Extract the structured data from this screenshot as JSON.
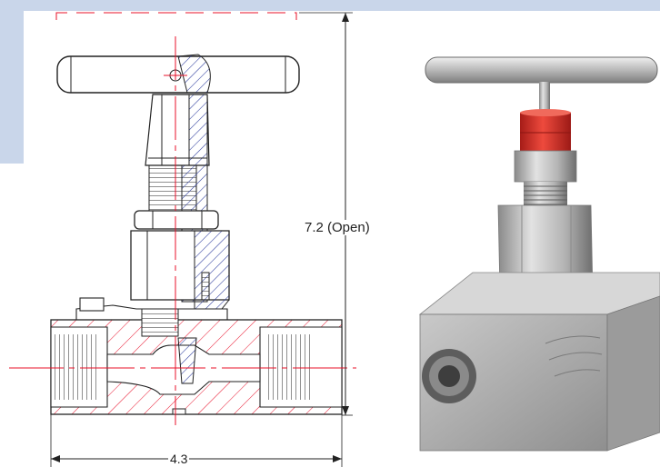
{
  "dimensions": {
    "height_label": "7.2 (Open)",
    "width_label": "4.3"
  },
  "colors": {
    "panel_background": "#c9d6ea",
    "centerline": "#e8102a",
    "section_hatch": "#2a3a9c",
    "outline": "#222222",
    "accent_red": "#d9302a"
  },
  "icons": {
    "drawing": "valve-cross-section-drawing",
    "photo": "needle-valve-product-photo"
  }
}
